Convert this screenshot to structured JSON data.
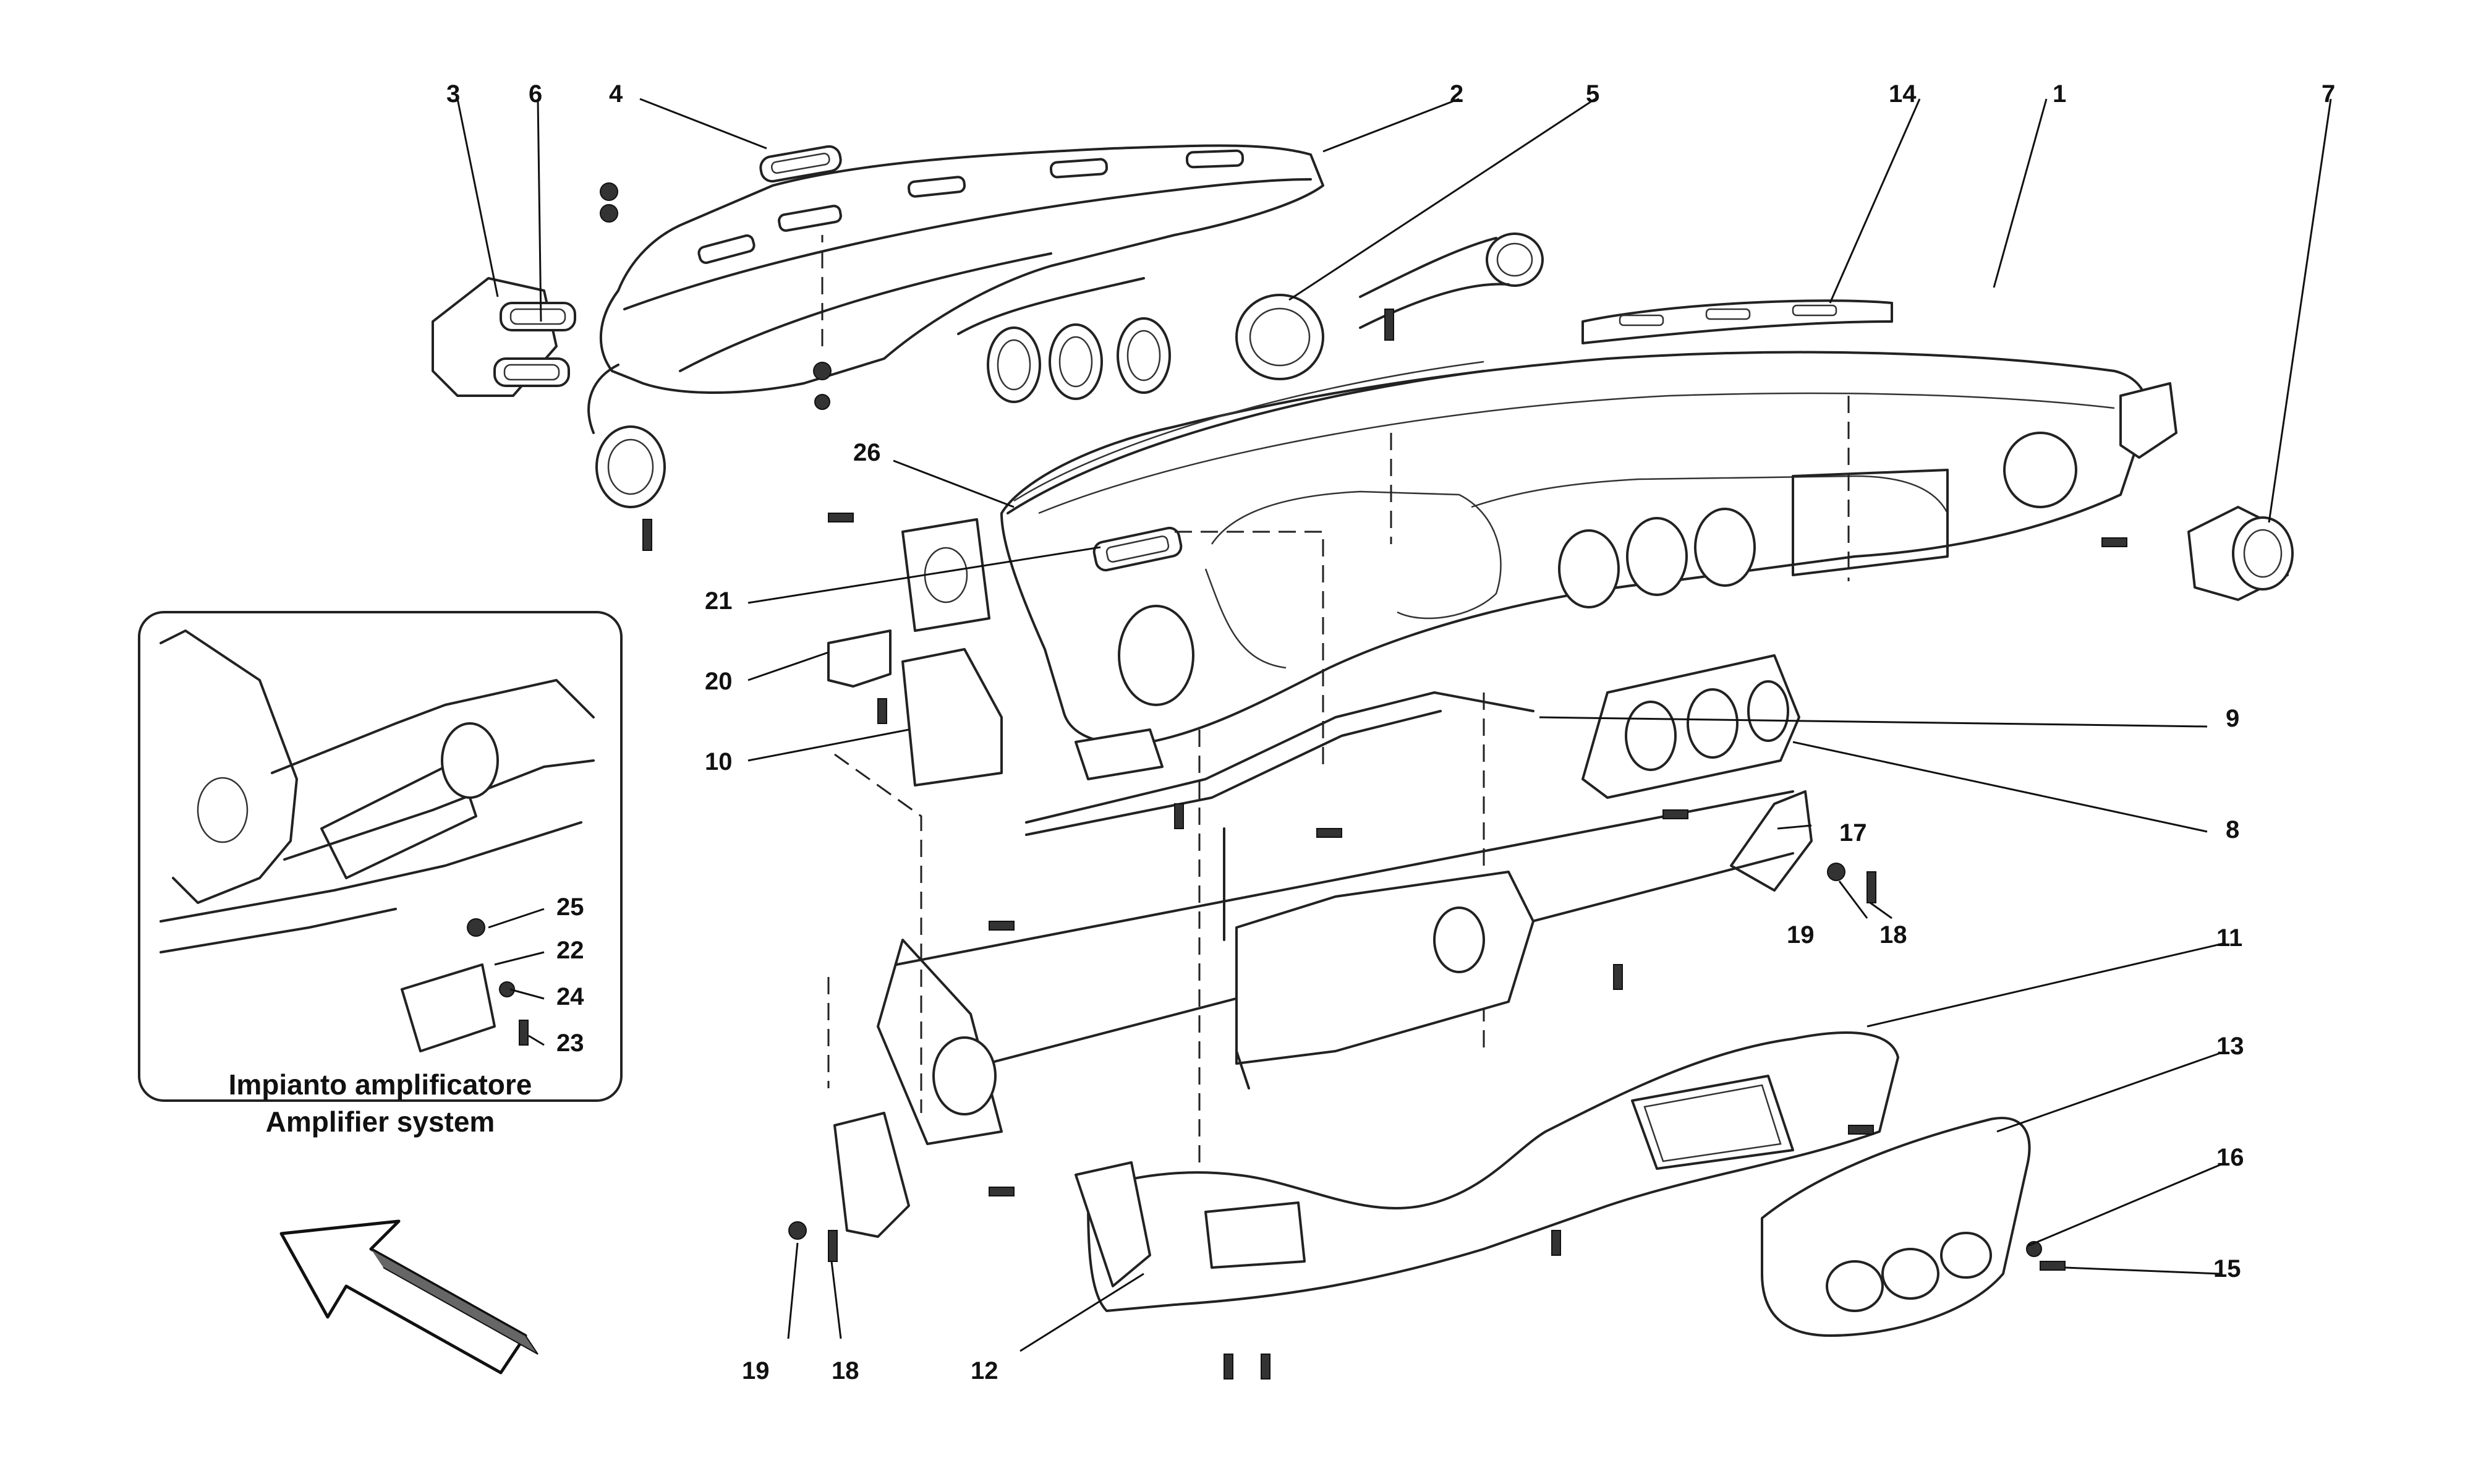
{
  "callouts": {
    "c1": "1",
    "c2": "2",
    "c3": "3",
    "c4": "4",
    "c5": "5",
    "c6": "6",
    "c7": "7",
    "c8": "8",
    "c9": "9",
    "c10": "10",
    "c11": "11",
    "c12": "12",
    "c13": "13",
    "c14": "14",
    "c15": "15",
    "c16": "16",
    "c17": "17",
    "c18a": "18",
    "c18b": "18",
    "c19a": "19",
    "c19b": "19",
    "c20": "20",
    "c21": "21",
    "c22": "22",
    "c23": "23",
    "c24": "24",
    "c25": "25",
    "c26": "26"
  },
  "inset": {
    "caption_it": "Impianto amplificatore",
    "caption_en": "Amplifier system"
  },
  "icons": {
    "direction": "arrow-up-left-icon"
  }
}
